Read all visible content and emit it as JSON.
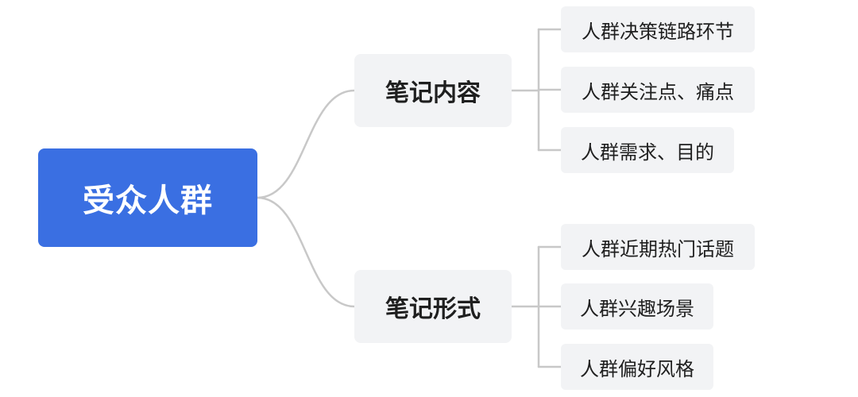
{
  "diagram": {
    "type": "mind-map",
    "colors": {
      "root_fill": "#3a6fe2",
      "node_fill": "#f2f3f5",
      "connector": "#c8c8c8",
      "text": "#1f1f1f"
    },
    "root": {
      "label": "受众人群",
      "branches": [
        {
          "label": "笔记内容",
          "children": [
            {
              "label": "人群决策链路环节"
            },
            {
              "label": "人群关注点、痛点"
            },
            {
              "label": "人群需求、目的"
            }
          ]
        },
        {
          "label": "笔记形式",
          "children": [
            {
              "label": "人群近期热门话题"
            },
            {
              "label": "人群兴趣场景"
            },
            {
              "label": "人群偏好风格"
            }
          ]
        }
      ]
    }
  }
}
